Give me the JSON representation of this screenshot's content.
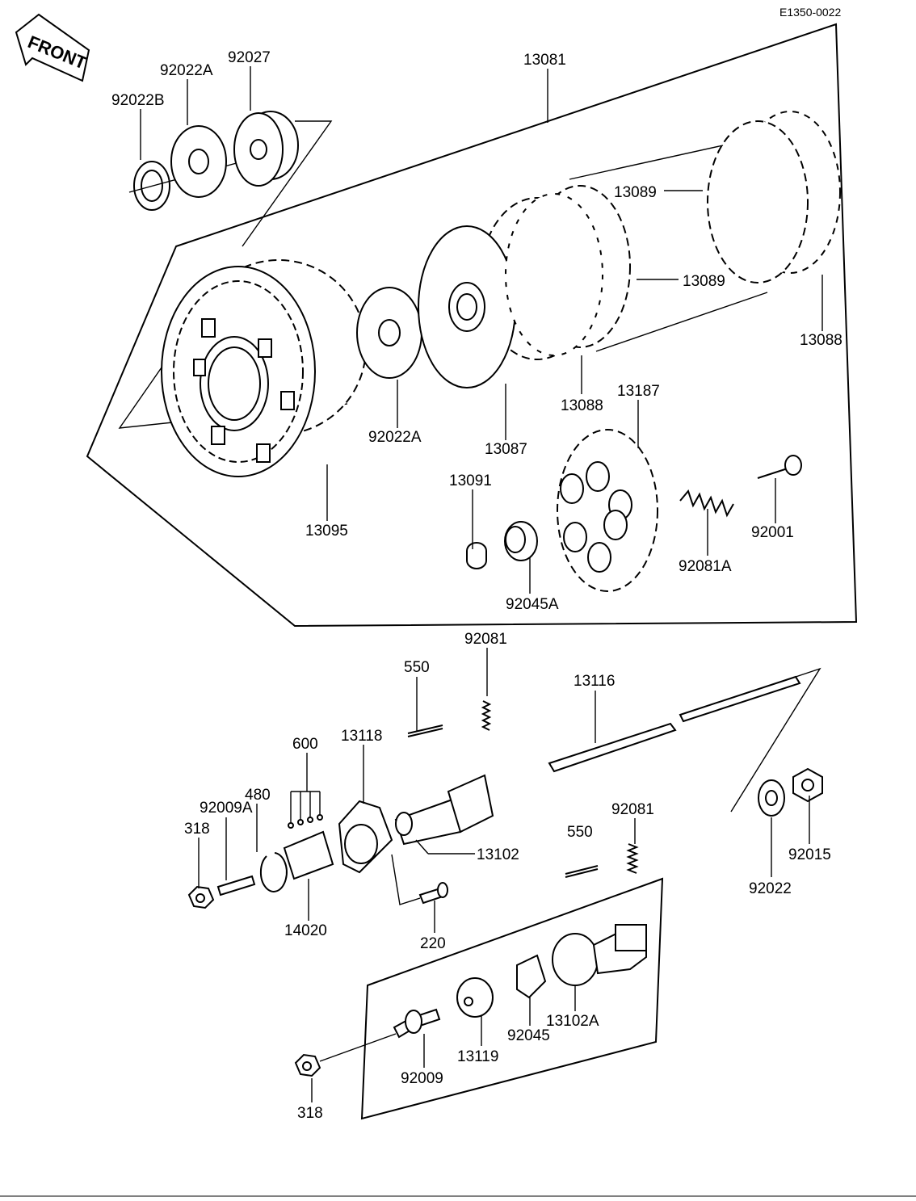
{
  "drawing_code": "E1350-0022",
  "front_label": "FRONT",
  "parts": {
    "p13081": "13081",
    "p92027": "92027",
    "p92022A_top": "92022A",
    "p92022B": "92022B",
    "p13089_a": "13089",
    "p13089_b": "13089",
    "p13088_a": "13088",
    "p13088_b": "13088",
    "p92022A_mid": "92022A",
    "p13087": "13087",
    "p13187": "13187",
    "p13095": "13095",
    "p13091": "13091",
    "p92045A": "92045A",
    "p92081A": "92081A",
    "p92001": "92001",
    "p92081_top": "92081",
    "p550_top": "550",
    "p13116": "13116",
    "p13118": "13118",
    "p600": "600",
    "p480": "480",
    "p92009A": "92009A",
    "p318_left": "318",
    "p13102": "13102",
    "p14020": "14020",
    "p220": "220",
    "p92081_lower": "92081",
    "p550_lower": "550",
    "p92022": "92022",
    "p92015": "92015",
    "p13102A": "13102A",
    "p92045": "92045",
    "p13119": "13119",
    "p92009": "92009",
    "p318_bottom": "318"
  }
}
